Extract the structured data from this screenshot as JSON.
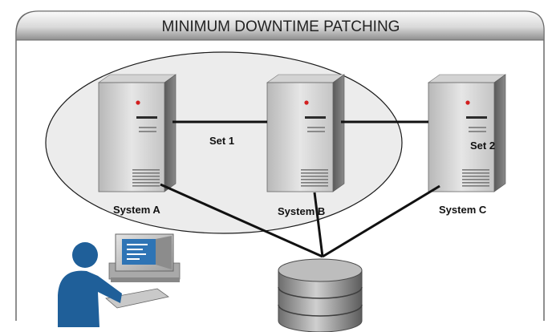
{
  "title": "MINIMUM DOWNTIME PATCHING",
  "labels": {
    "set1": "Set 1",
    "set2": "Set 2",
    "system_a": "System A",
    "system_b": "System B",
    "system_c": "System C"
  },
  "colors": {
    "header_top": "#f4f4f4",
    "header_bottom": "#9a9a9a",
    "ellipse_fill": "#ececec",
    "person": "#1f5f99",
    "monitor_screen": "#2e74b5"
  }
}
